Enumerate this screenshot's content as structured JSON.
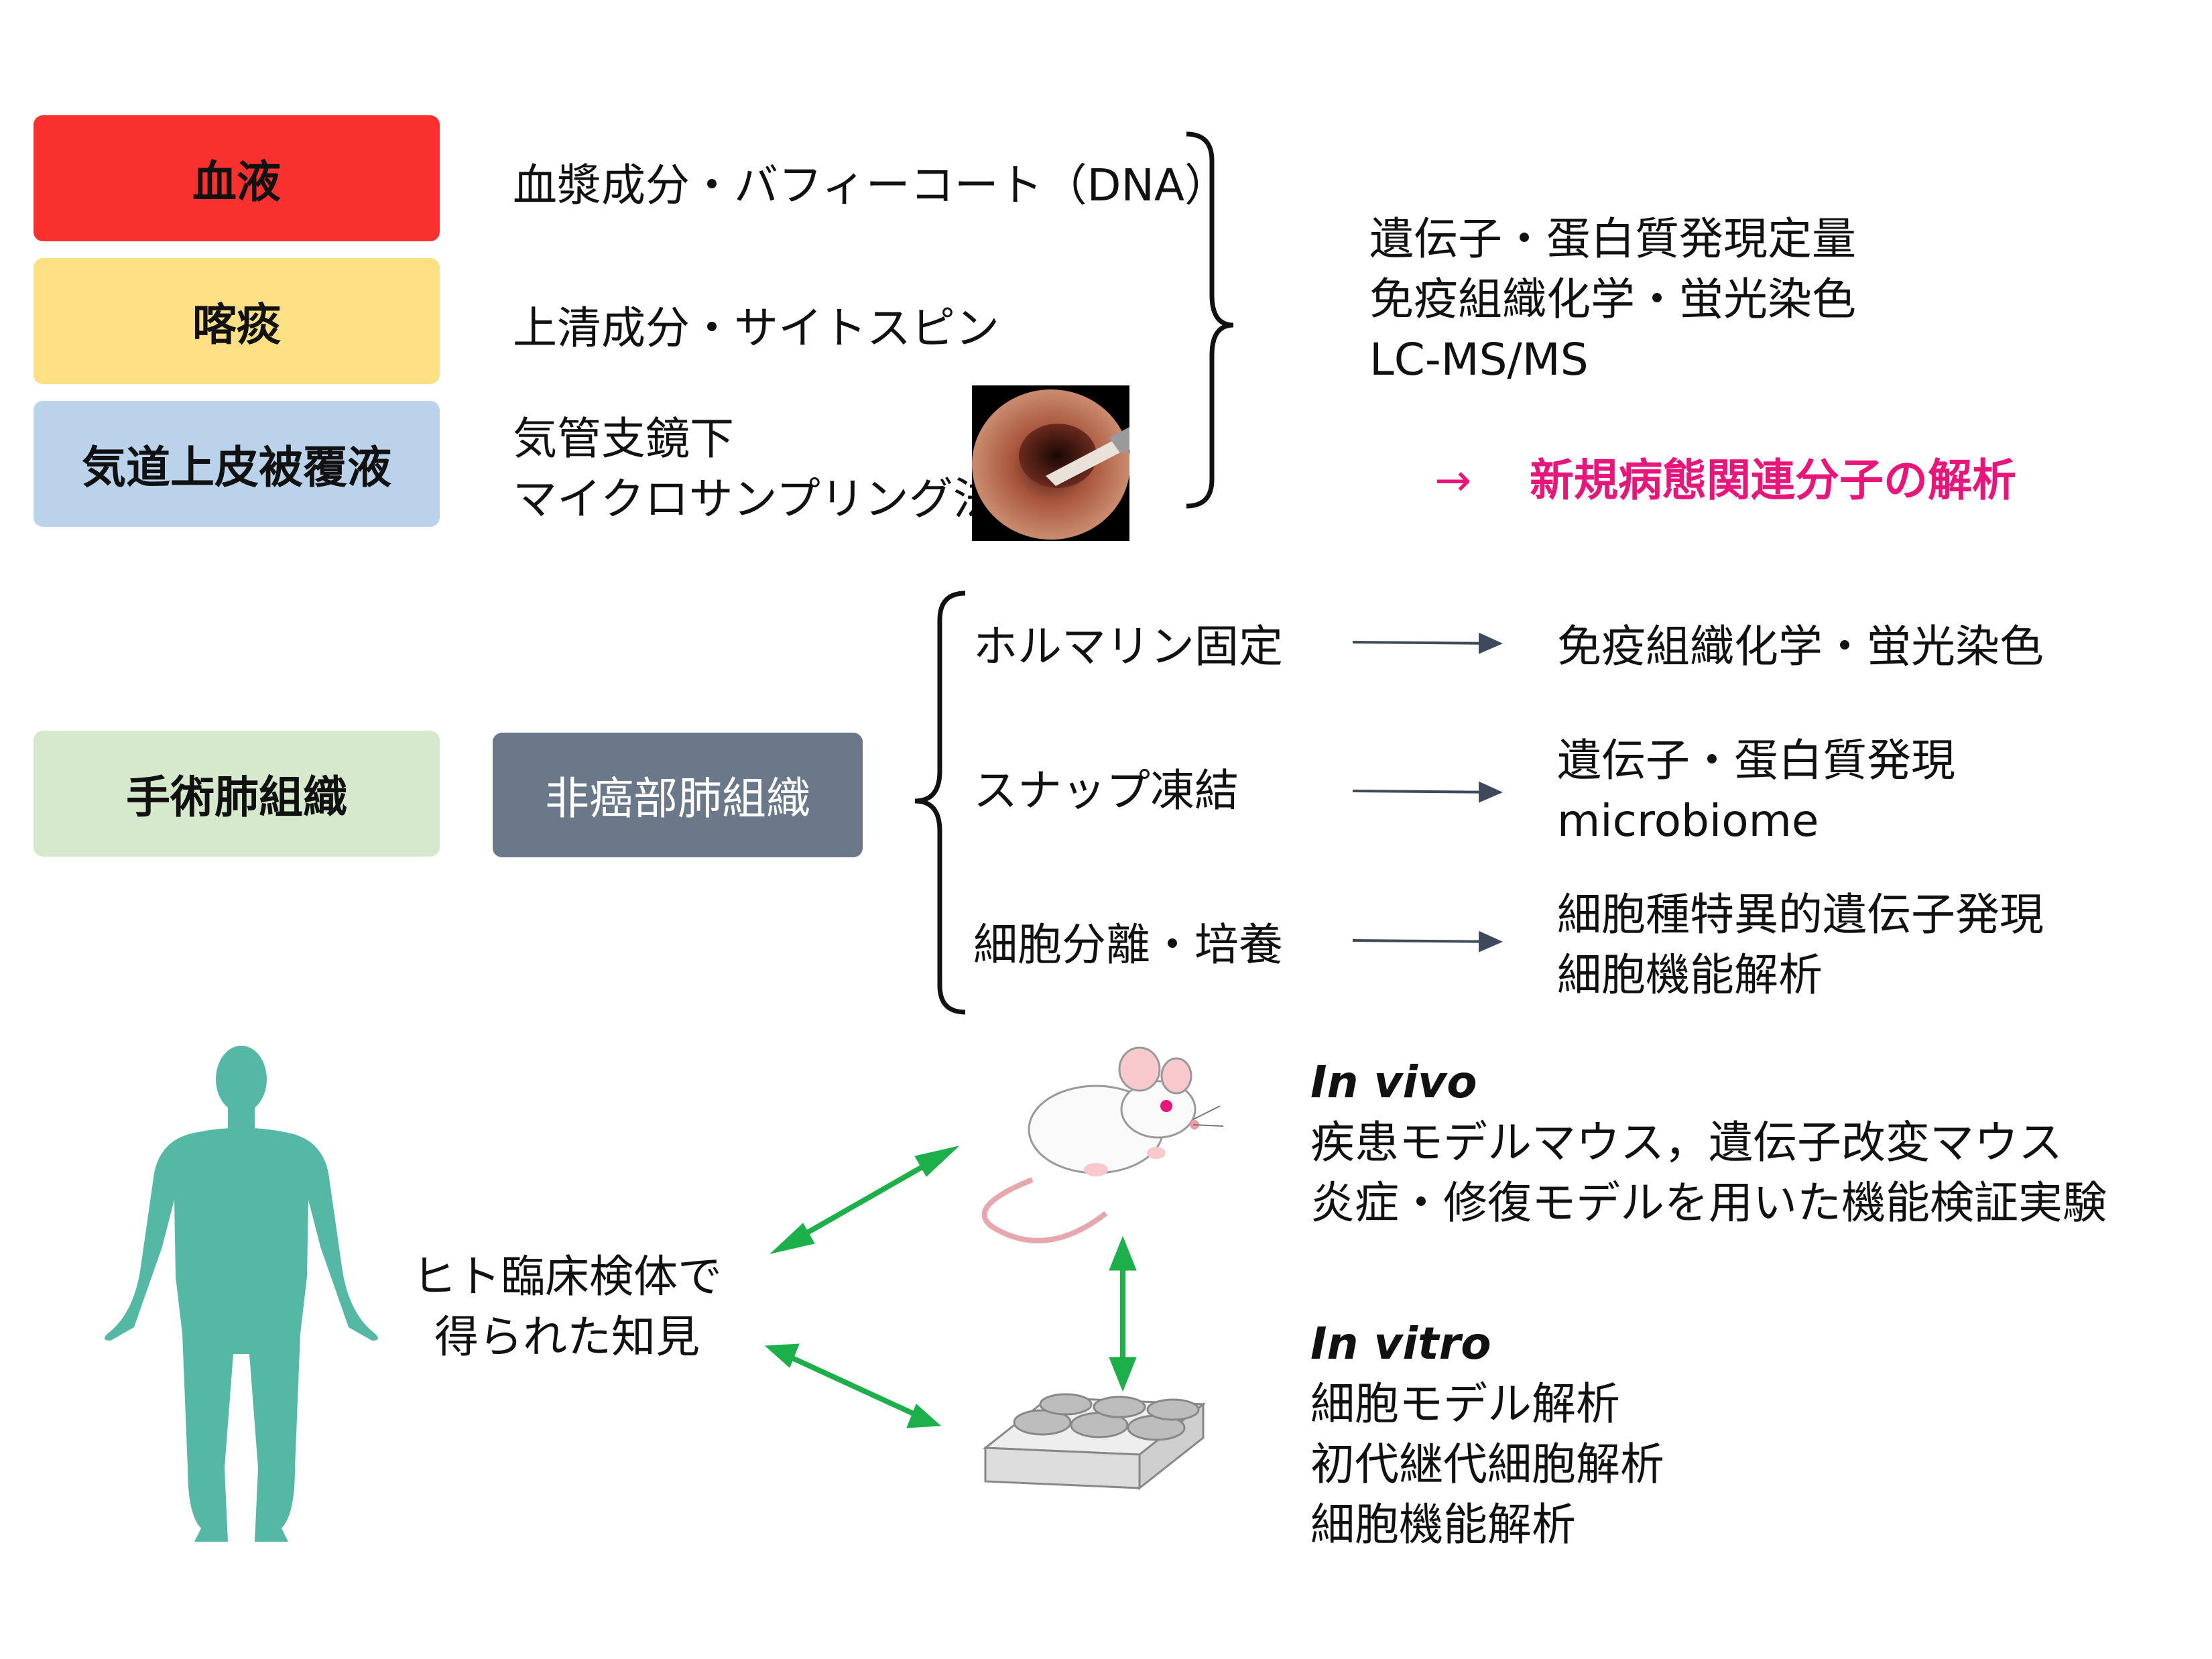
{
  "colors": {
    "blood": "#f8312f",
    "sputum": "#fde084",
    "elf": "#bad2ea",
    "surgical": "#d7e9cd",
    "noncancer": "#6a7889",
    "accent": "#e8157a",
    "green_arrow": "#1db04a",
    "body": "#55b8a5"
  },
  "samples": {
    "blood_label": "血液",
    "sputum_label": "喀痰",
    "elf_label": "気道上皮被覆液",
    "blood_desc": "血漿成分・バフィーコート（DNA）",
    "sputum_desc": "上清成分・サイトスピン",
    "elf_desc_line1": "気管支鏡下",
    "elf_desc_line2": "マイクロサンプリング法"
  },
  "analysis": {
    "line1": "遺伝子・蛋白質発現定量",
    "line2": "免疫組織化学・蛍光染色",
    "line3": "LC-MS/MS",
    "arrow": "→",
    "highlight": "新規病態関連分子の解析"
  },
  "tissue": {
    "surgical_label": "手術肺組織",
    "noncancer_label": "非癌部肺組織",
    "methods": [
      {
        "name": "ホルマリン固定",
        "result_line1": "免疫組織化学・蛍光染色",
        "result_line2": ""
      },
      {
        "name": "スナップ凍結",
        "result_line1": "遺伝子・蛋白質発現",
        "result_line2": "microbiome"
      },
      {
        "name": "細胞分離・培養",
        "result_line1": "細胞種特異的遺伝子発現",
        "result_line2": "細胞機能解析"
      }
    ]
  },
  "models": {
    "human_line1": "ヒト臨床検体で",
    "human_line2": "得られた知見",
    "invivo_title": "In vivo",
    "invivo_line1": "疾患モデルマウス，遺伝子改変マウス",
    "invivo_line2": "炎症・修復モデルを用いた機能検証実験",
    "invitro_title": "In vitro",
    "invitro_line1": "細胞モデル解析",
    "invitro_line2": "初代継代細胞解析",
    "invitro_line3": "細胞機能解析"
  }
}
